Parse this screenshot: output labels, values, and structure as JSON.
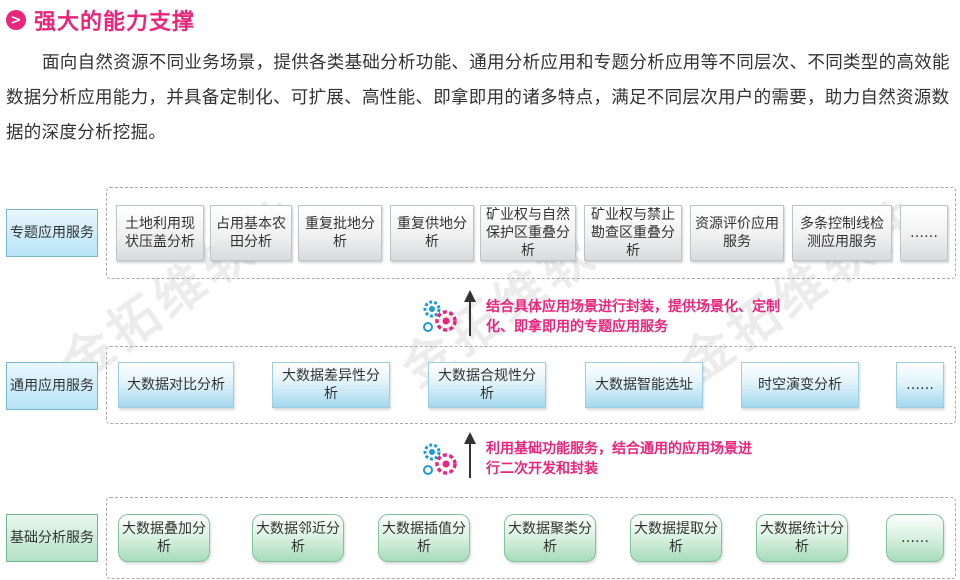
{
  "header": {
    "icon": "chevron-right-icon",
    "icon_glyph": ">",
    "title": "强大的能力支撑"
  },
  "intro": "面向自然资源不同业务场景，提供各类基础分析功能、通用分析应用和专题分析应用等不同层次、不同类型的高效能数据分析应用能力，并具备定制化、可扩展、高性能、即拿即用的诸多特点，满足不同层次用户的需要，助力自然资源数据的深度分析挖掘。",
  "layers": {
    "special": {
      "label": "专题应用服务",
      "items": [
        "土地利用现状压盖分析",
        "占用基本农田分析",
        "重复批地分析",
        "重复供地分析",
        "矿业权与自然保护区重叠分析",
        "矿业权与禁止勘查区重叠分析",
        "资源评价应用服务",
        "多条控制线检测应用服务",
        "……"
      ]
    },
    "general": {
      "label": "通用应用服务",
      "items": [
        "大数据对比分析",
        "大数据差异性分析",
        "大数据合规性分析",
        "大数据智能选址",
        "时空演变分析",
        "……"
      ]
    },
    "basic": {
      "label": "基础分析服务",
      "items": [
        "大数据叠加分析",
        "大数据邻近分析",
        "大数据插值分析",
        "大数据聚类分析",
        "大数据提取分析",
        "大数据统计分析",
        "……"
      ]
    }
  },
  "connectors": {
    "upper": {
      "icon": "gears-icon",
      "text": "结合具体应用场景进行封装，提供场景化、定制化、即拿即用的专题应用服务"
    },
    "lower": {
      "icon": "gears-icon",
      "text": "利用基础功能服务，结合通用的应用场景进行二次开发和封装"
    }
  },
  "watermark": "金拓维软件",
  "colors": {
    "accent": "#e8267b",
    "gear_blue": "#1f9ad6",
    "gear_pink": "#e8267b"
  }
}
